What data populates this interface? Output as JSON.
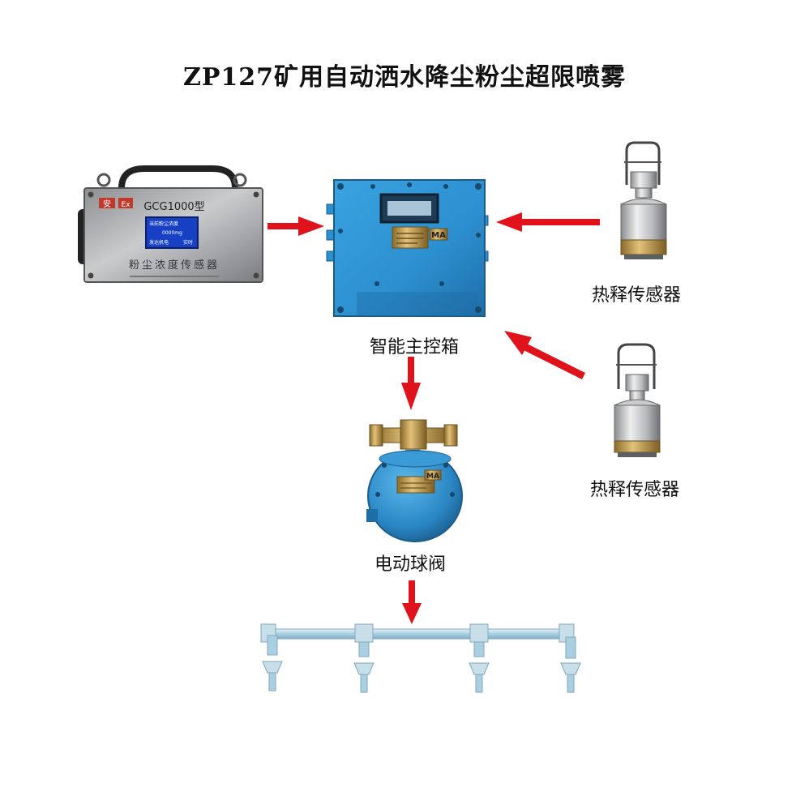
{
  "title": "ZP127矿用自动洒水降尘粉尘超限喷雾",
  "dust_sensor": {
    "model": "GCG1000型",
    "badge_left": "安",
    "badge_right": "Ex",
    "screen_line1": "当前粉尘浓度",
    "screen_line2": "0000mg",
    "screen_line3_left": "发达机电",
    "screen_line3_right": "实时",
    "plate_text": "粉尘浓度传感器"
  },
  "labels": {
    "control_box": "智能主控箱",
    "sensor_top": "热释传感器",
    "sensor_bottom": "热释传感器",
    "ball_valve": "电动球阀"
  },
  "markings": {
    "ma_box": "MA",
    "ma_valve": "MA"
  },
  "colors": {
    "arrow": "#e0121b",
    "equipment_blue": "#2c8fd0",
    "pipe": "#b5d6e6"
  }
}
